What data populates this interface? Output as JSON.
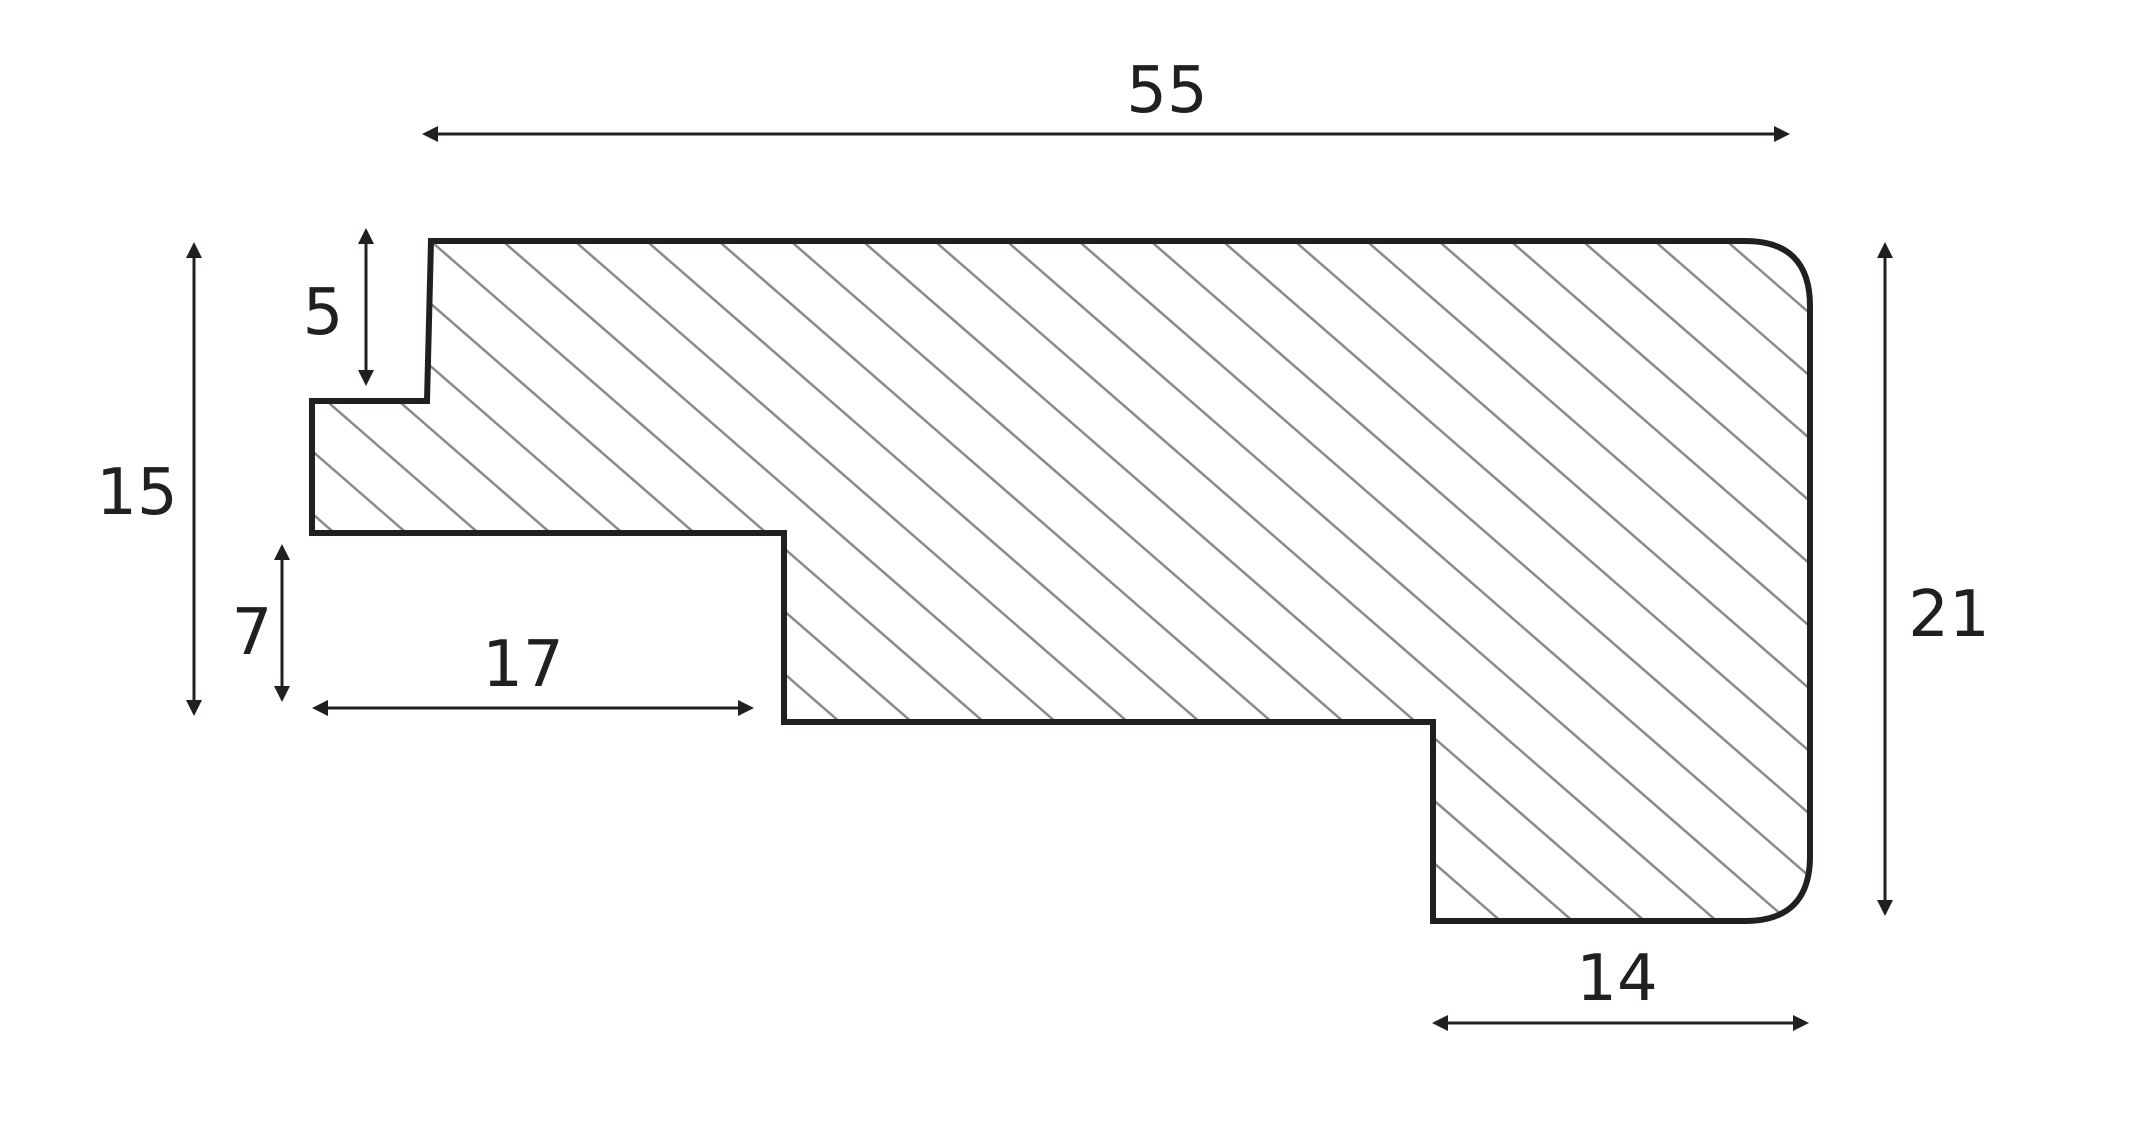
{
  "dimensions": {
    "overall_width": "55",
    "rebate_depth": "5",
    "left_height": "15",
    "step_height": "7",
    "step_width": "17",
    "overall_height": "21",
    "bottom_width": "14"
  },
  "colors": {
    "outline": "#231f20",
    "hatch": "#8a8a8a",
    "background": "#ffffff"
  }
}
